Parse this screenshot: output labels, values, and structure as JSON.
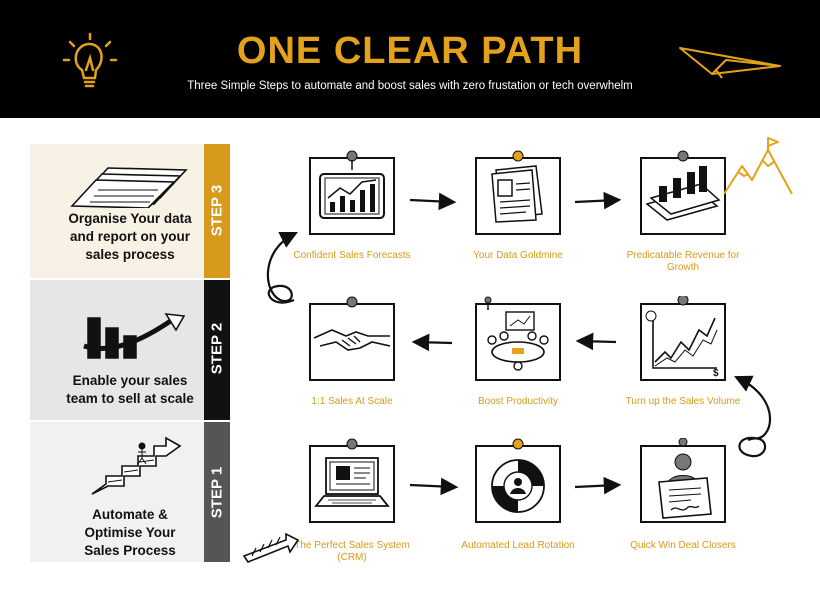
{
  "header": {
    "title": "ONE CLEAR PATH",
    "subtitle": "Three Simple Steps to automate and boost sales with zero  frustation or tech overwhelm"
  },
  "steps": [
    {
      "tab": "STEP 3",
      "text_lines": [
        "Organise Your data",
        "and report on your",
        "sales process"
      ]
    },
    {
      "tab": "STEP 2",
      "text_lines": [
        "Enable your sales",
        "team to sell at scale"
      ]
    },
    {
      "tab": "STEP 1",
      "text_lines": [
        "Automate &",
        "Optimise Your",
        "Sales Process"
      ]
    }
  ],
  "cards": {
    "row3": [
      {
        "label": "Confident Sales Forecasts"
      },
      {
        "label": "Your Data Goldmine"
      },
      {
        "label": "Predicatable Revenue for Growth"
      }
    ],
    "row2": [
      {
        "label": "1:1 Sales At Scale"
      },
      {
        "label": "Boost Productivity"
      },
      {
        "label": "Turn up the Sales Volume"
      }
    ],
    "row1": [
      {
        "label": "The Perfect Sales System (CRM)"
      },
      {
        "label": "Automated Lead Rotation"
      },
      {
        "label": "Quick Win Deal Closers"
      }
    ]
  },
  "colors": {
    "accent": "#e3a21a",
    "step3_tab": "#d89a1a",
    "step2_tab": "#111111",
    "step1_tab": "#555555",
    "row3_bg": "#f7f1e6",
    "row2_bg": "#e6e6e6",
    "row1_bg": "#f1f1f1"
  }
}
